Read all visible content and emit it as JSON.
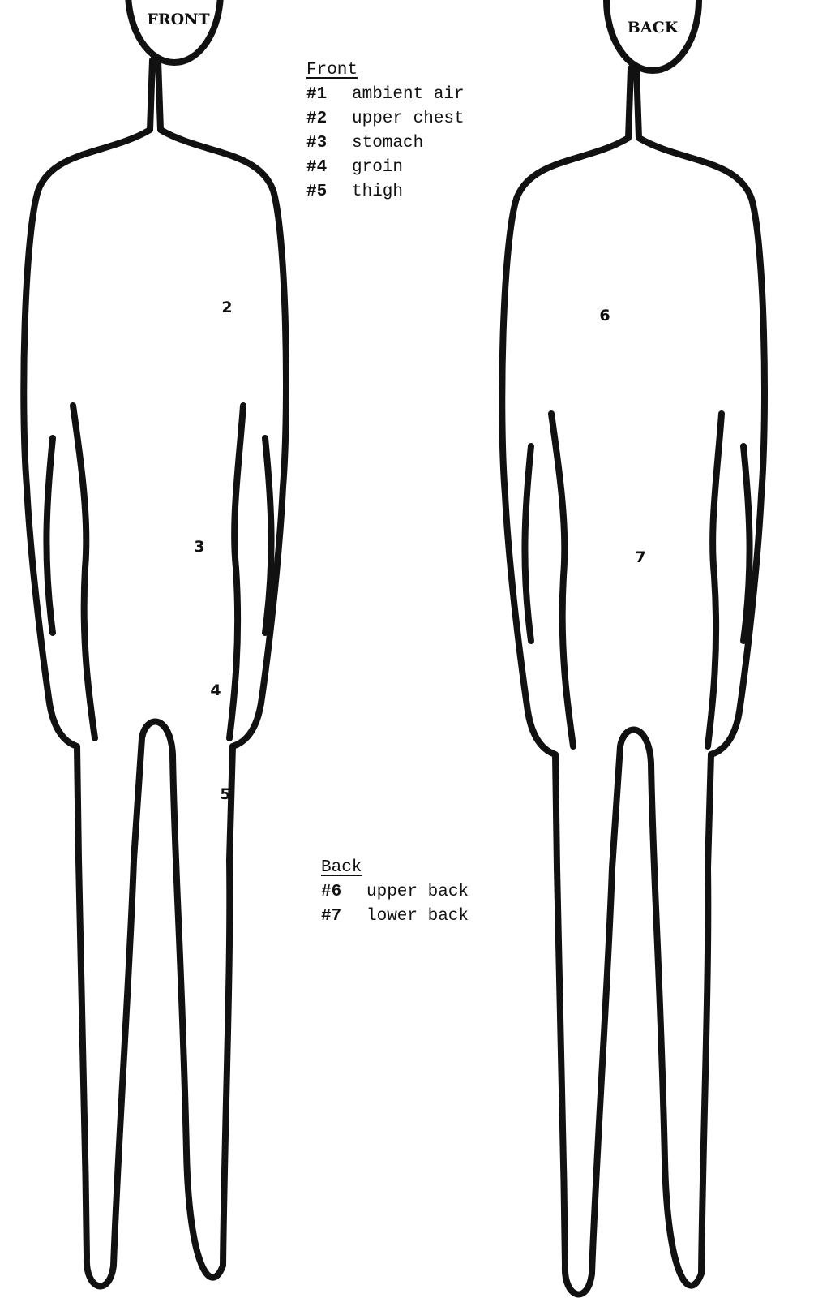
{
  "front_view": {
    "title": "FRONT"
  },
  "back_view": {
    "title": "BACK"
  },
  "front_legend": {
    "heading": "Front",
    "items": [
      {
        "num": "#1",
        "label": "ambient air"
      },
      {
        "num": "#2",
        "label": "upper chest"
      },
      {
        "num": "#3",
        "label": "stomach"
      },
      {
        "num": "#4",
        "label": "groin"
      },
      {
        "num": "#5",
        "label": "thigh"
      }
    ]
  },
  "back_legend": {
    "heading": "Back",
    "items": [
      {
        "num": "#6",
        "label": "upper back"
      },
      {
        "num": "#7",
        "label": "lower back"
      }
    ]
  },
  "site_markers": {
    "front": [
      "2",
      "3",
      "4",
      "5"
    ],
    "back": [
      "6",
      "7"
    ]
  },
  "colors": {
    "outline": "#111111",
    "background": "#ffffff"
  }
}
